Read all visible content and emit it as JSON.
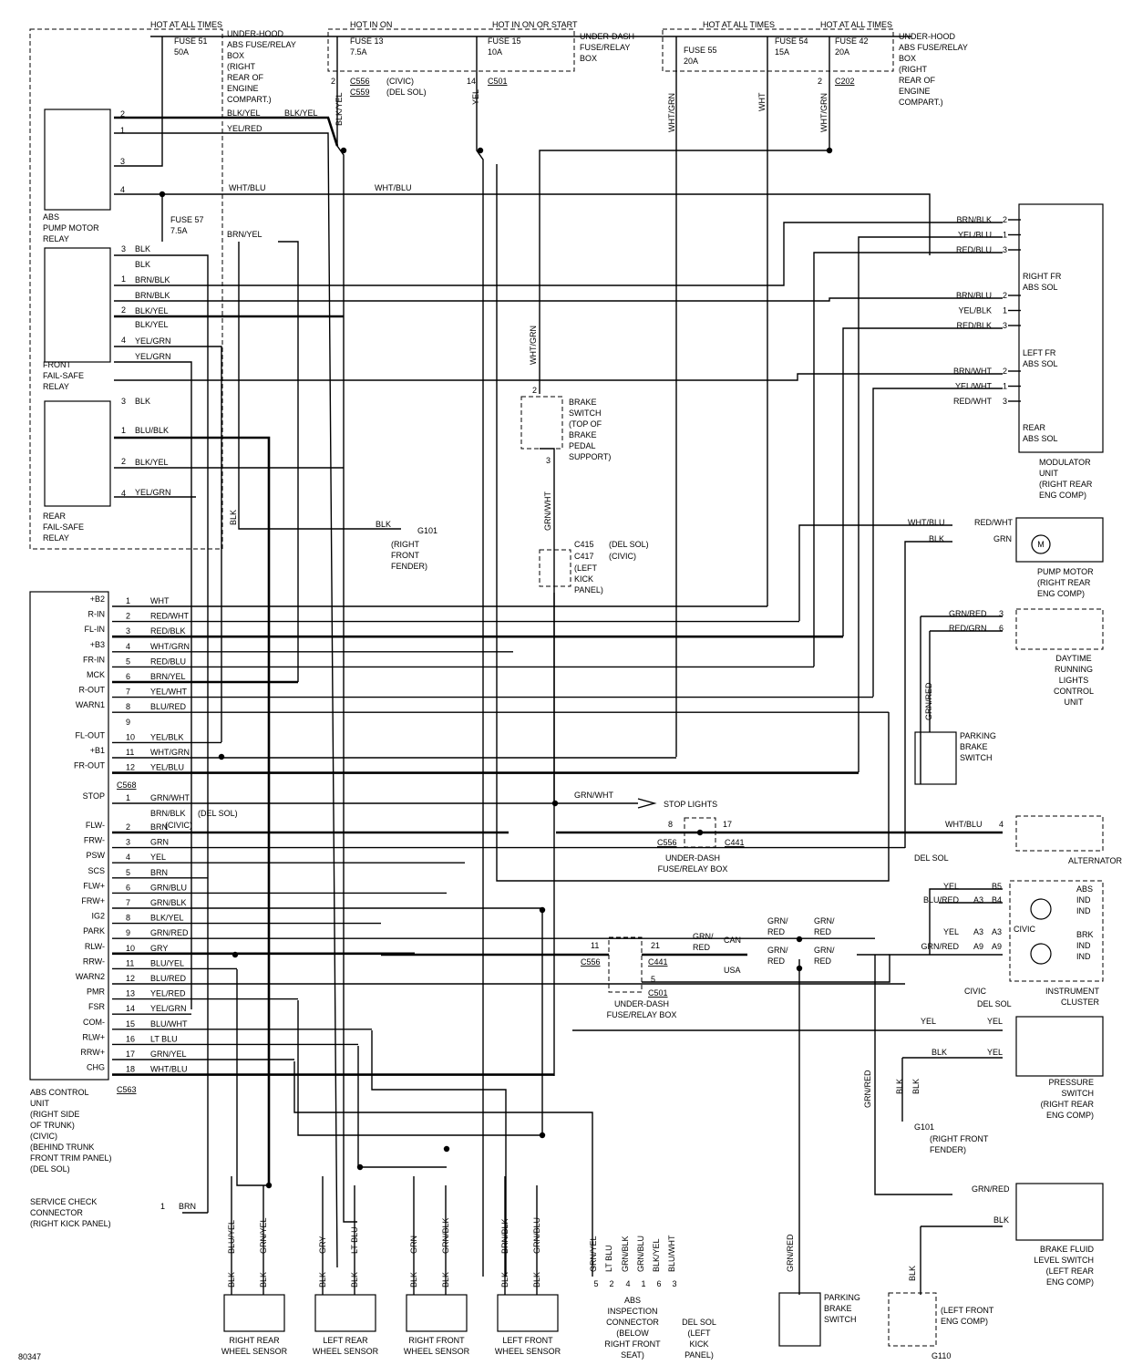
{
  "figure_id": "80347",
  "top": {
    "hot_at_all_times_1": "HOT AT ALL TIMES",
    "fuse51": [
      "FUSE 51",
      "50A"
    ],
    "underhood_box_left": [
      "UNDER-HOOD",
      "ABS FUSE/RELAY",
      "BOX",
      "(RIGHT",
      "REAR OF",
      "ENGINE",
      "COMPART.)"
    ],
    "hot_in_on": "HOT IN ON",
    "hot_in_on_or_start": "HOT IN ON OR START",
    "fuse13": [
      "FUSE 13",
      "7.5A"
    ],
    "fuse15": [
      "FUSE 15",
      "10A"
    ],
    "underdash_box": [
      "UNDER-DASH",
      "FUSE/RELAY",
      "BOX"
    ],
    "hot_at_all_times_2": "HOT AT ALL TIMES",
    "hot_at_all_times_3": "HOT AT ALL TIMES",
    "fuse55": [
      "FUSE 55",
      "20A"
    ],
    "fuse54": [
      "FUSE 54",
      "15A"
    ],
    "fuse42": [
      "FUSE 42",
      "20A"
    ],
    "underhood_box_right": [
      "UNDER-HOOD",
      "ABS FUSE/RELAY",
      "BOX",
      "(RIGHT",
      "REAR OF",
      "ENGINE",
      "COMPART.)"
    ],
    "conn_pin_2a": "2",
    "c556": "C556",
    "c559": "C559",
    "civic": "(CIVIC)",
    "del_sol": "(DEL SOL)",
    "conn_pin_14": "14",
    "c501": "C501",
    "conn_pin_2b": "2",
    "c202": "C202",
    "wire_blk_yel": "BLK/YEL",
    "wire_yel": "YEL",
    "wire_wht_grn_a": "WHT/GRN",
    "wire_wht": "WHT",
    "wire_wht_grn_b": "WHT/GRN"
  },
  "abs_relays": {
    "pump_pins": [
      "2",
      "1",
      "3",
      "4"
    ],
    "blk_yel_1": "BLK/YEL",
    "blk_yel_2": "BLK/YEL",
    "yel_red": "YEL/RED",
    "wht_blu_1": "WHT/BLU",
    "wht_blu_2": "WHT/BLU",
    "pump_relay": [
      "ABS",
      "PUMP MOTOR",
      "RELAY"
    ],
    "fuse57": [
      "FUSE 57",
      "7.5A"
    ],
    "brn_yel": "BRN/YEL",
    "front_pins": [
      "3",
      "1",
      "2",
      "4"
    ],
    "front_wires": [
      "BLK",
      "BLK",
      "BRN/BLK",
      "BRN/BLK",
      "BLK/YEL",
      "BLK/YEL",
      "YEL/GRN",
      "YEL/GRN"
    ],
    "front_relay": [
      "FRONT",
      "FAIL-SAFE",
      "RELAY"
    ],
    "rear_pins": [
      "3",
      "1",
      "2",
      "4"
    ],
    "rear_wires": [
      "BLK",
      "BLU/BLK",
      "BLK/YEL",
      "YEL/GRN"
    ],
    "rear_relay": [
      "REAR",
      "FAIL-SAFE",
      "RELAY"
    ],
    "blk_vertical": "BLK",
    "blk_ground": "BLK",
    "g101": "G101",
    "g101_location": [
      "(RIGHT",
      "FRONT",
      "FENDER)"
    ]
  },
  "brake_switch": {
    "wire_wht_grn": "WHT/GRN",
    "pin_2": "2",
    "label": [
      "BRAKE",
      "SWITCH",
      "(TOP OF",
      "BRAKE",
      "PEDAL",
      "SUPPORT)"
    ],
    "pin_3": "3",
    "wire_grn_wht": "GRN/WHT",
    "c415": "C415",
    "c415_note": "(DEL SOL)",
    "c417": "C417",
    "c417_note": "(CIVIC)",
    "kick_panel": [
      "(LEFT",
      "KICK",
      "PANEL)"
    ]
  },
  "modulator": {
    "right_fr": [
      {
        "wire": "BRN/BLK",
        "pin": "2"
      },
      {
        "wire": "YEL/BLU",
        "pin": "1"
      },
      {
        "wire": "RED/BLU",
        "pin": "3"
      }
    ],
    "right_fr_label": [
      "RIGHT FR",
      "ABS SOL"
    ],
    "left_fr": [
      {
        "wire": "BRN/BLU",
        "pin": "2"
      },
      {
        "wire": "YEL/BLK",
        "pin": "1"
      },
      {
        "wire": "RED/BLK",
        "pin": "3"
      }
    ],
    "left_fr_label": [
      "LEFT FR",
      "ABS SOL"
    ],
    "rear": [
      {
        "wire": "BRN/WHT",
        "pin": "2"
      },
      {
        "wire": "YEL/WHT",
        "pin": "1"
      },
      {
        "wire": "RED/WHT",
        "pin": "3"
      }
    ],
    "rear_label": [
      "REAR",
      "ABS SOL"
    ],
    "unit_label": [
      "MODULATOR",
      "UNIT",
      "(RIGHT REAR",
      "ENG COMP)"
    ]
  },
  "pump_motor": {
    "wht_blu": "WHT/BLU",
    "red_wht": "RED/WHT",
    "blk": "BLK",
    "grn": "GRN",
    "symbol": "M",
    "label": [
      "PUMP MOTOR",
      "(RIGHT REAR",
      "ENG COMP)"
    ]
  },
  "drl": {
    "grn_red": "GRN/RED",
    "pin_3": "3",
    "red_grn": "RED/GRN",
    "pin_6": "6",
    "label": [
      "DAYTIME",
      "RUNNING",
      "LIGHTS",
      "CONTROL",
      "UNIT"
    ],
    "wire_grn_red_vertical": "GRN/RED"
  },
  "parking_brake_right": [
    "PARKING",
    "BRAKE",
    "SWITCH"
  ],
  "alternator": {
    "wire": "WHT/BLU",
    "pin": "4",
    "label": "ALTERNATOR"
  },
  "cluster": {
    "del_sol_top": "DEL SOL",
    "rows": [
      {
        "wire": "YEL",
        "pin_a": "",
        "pin_b": "B5"
      },
      {
        "wire": "BLU/RED",
        "pin_a": "A3",
        "pin_b": "B4"
      },
      {
        "wire": "YEL",
        "pin_a": "A3",
        "pin_b": "A3"
      },
      {
        "wire": "GRN/RED",
        "pin_a": "A9",
        "pin_b": "A9"
      }
    ],
    "abs_ind": [
      "ABS",
      "IND",
      "IND"
    ],
    "civic_inner": "CIVIC",
    "brk_ind": [
      "BRK",
      "IND",
      "IND"
    ],
    "civic_bottom": "CIVIC",
    "del_sol_bottom": "DEL SOL",
    "label": [
      "INSTRUMENT",
      "CLUSTER"
    ]
  },
  "pressure_switch": {
    "yel_1": "YEL",
    "yel_2": "YEL",
    "blk": "BLK",
    "yel_3": "YEL",
    "label": [
      "PRESSURE",
      "SWITCH",
      "(RIGHT REAR",
      "ENG COMP)"
    ],
    "blk_v1": "BLK",
    "blk_v2": "BLK",
    "grn_red_v": "GRN/RED",
    "g101": "G101",
    "g101_location": [
      "(RIGHT FRONT",
      "FENDER)"
    ]
  },
  "brake_fluid": {
    "grn_red": "GRN/RED",
    "blk": "BLK",
    "label": [
      "BRAKE FLUID",
      "LEVEL SWITCH",
      "(LEFT REAR",
      "ENG COMP)"
    ],
    "blk_v": "BLK",
    "location": [
      "(LEFT FRONT",
      "ENG COMP)"
    ],
    "g110": "G110"
  },
  "center": {
    "grn_wht": "GRN/WHT",
    "stop_lights": "STOP LIGHTS",
    "pin_8": "8",
    "pin_17": "17",
    "c556": "C556",
    "c441": "C441",
    "underdash_1": [
      "UNDER-DASH",
      "FUSE/RELAY BOX"
    ],
    "pin_11": "11",
    "c556_b": "C556",
    "pin_21": "21",
    "c441_b": "C441",
    "pin_5": "5",
    "c501": "C501",
    "underdash_2": [
      "UNDER-DASH",
      "FUSE/RELAY BOX"
    ],
    "grn_red_main": [
      "GRN/",
      "RED"
    ],
    "can": "CAN",
    "usa": "USA",
    "grn_red_can_l": [
      "GRN/",
      "RED"
    ],
    "grn_red_can_r": [
      "GRN/",
      "RED"
    ],
    "grn_red_usa_l": [
      "GRN/",
      "RED"
    ],
    "grn_red_usa_r": [
      "GRN/",
      "RED"
    ]
  },
  "acu": {
    "group1": [
      {
        "num": "1",
        "name": "+B2",
        "wire": "WHT"
      },
      {
        "num": "2",
        "name": "R-IN",
        "wire": "RED/WHT"
      },
      {
        "num": "3",
        "name": "FL-IN",
        "wire": "RED/BLK"
      },
      {
        "num": "4",
        "name": "+B3",
        "wire": "WHT/GRN"
      },
      {
        "num": "5",
        "name": "FR-IN",
        "wire": "RED/BLU"
      },
      {
        "num": "6",
        "name": "MCK",
        "wire": "BRN/YEL"
      },
      {
        "num": "7",
        "name": "R-OUT",
        "wire": "YEL/WHT"
      },
      {
        "num": "8",
        "name": "WARN1",
        "wire": "BLU/RED"
      },
      {
        "num": "9",
        "name": "",
        "wire": ""
      },
      {
        "num": "10",
        "name": "FL-OUT",
        "wire": "YEL/BLK"
      },
      {
        "num": "11",
        "name": "+B1",
        "wire": "WHT/GRN"
      },
      {
        "num": "12",
        "name": "FR-OUT",
        "wire": "YEL/BLU"
      }
    ],
    "connector1": "C568",
    "group2": [
      {
        "num": "1",
        "name": "STOP",
        "wire": "GRN/WHT"
      },
      {
        "num": "2",
        "name": "FLW-",
        "wire": "BRN"
      },
      {
        "num": "3",
        "name": "FRW-",
        "wire": "GRN"
      },
      {
        "num": "4",
        "name": "PSW",
        "wire": "YEL"
      },
      {
        "num": "5",
        "name": "SCS",
        "wire": "BRN"
      },
      {
        "num": "6",
        "name": "FLW+",
        "wire": "GRN/BLU"
      },
      {
        "num": "7",
        "name": "FRW+",
        "wire": "GRN/BLK"
      },
      {
        "num": "8",
        "name": "IG2",
        "wire": "BLK/YEL"
      },
      {
        "num": "9",
        "name": "PARK",
        "wire": "GRN/RED"
      },
      {
        "num": "10",
        "name": "RLW-",
        "wire": "GRY"
      },
      {
        "num": "11",
        "name": "RRW-",
        "wire": "BLU/YEL"
      },
      {
        "num": "12",
        "name": "WARN2",
        "wire": "BLU/RED"
      },
      {
        "num": "13",
        "name": "PMR",
        "wire": "YEL/RED"
      },
      {
        "num": "14",
        "name": "FSR",
        "wire": "YEL/GRN"
      },
      {
        "num": "15",
        "name": "COM-",
        "wire": "BLU/WHT"
      },
      {
        "num": "16",
        "name": "RLW+",
        "wire": "LT BLU"
      },
      {
        "num": "17",
        "name": "RRW+",
        "wire": "GRN/YEL"
      },
      {
        "num": "18",
        "name": "CHG",
        "wire": "WHT/BLU"
      }
    ],
    "pin2_alt_wire": "BRN/BLK",
    "pin2_alt_note": "(DEL SOL)",
    "pin2_civic_note": "(CIVIC)",
    "connector2": "C563",
    "label": [
      "ABS CONTROL",
      "UNIT",
      "(RIGHT SIDE",
      "OF TRUNK)",
      "(CIVIC)",
      "(BEHIND TRUNK",
      "FRONT TRIM PANEL)",
      "(DEL SOL)"
    ]
  },
  "service_check": {
    "label": [
      "SERVICE CHECK",
      "CONNECTOR",
      "(RIGHT KICK PANEL)"
    ],
    "pin": "1",
    "wire": "BRN"
  },
  "sensors": [
    {
      "name": [
        "RIGHT REAR",
        "WHEEL SENSOR"
      ],
      "wire_a": "BLU/YEL",
      "wire_b": "GRN/YEL",
      "pin_a": "BLK",
      "pin_b": "BLK"
    },
    {
      "name": [
        "LEFT REAR",
        "WHEEL SENSOR"
      ],
      "wire_a": "GRY",
      "wire_b": "LT BLU",
      "pin_a": "BLK",
      "pin_b": "BLK"
    },
    {
      "name": [
        "RIGHT FRONT",
        "WHEEL SENSOR"
      ],
      "wire_a": "GRN",
      "wire_b": "GRN/BLK",
      "pin_a": "BLK",
      "pin_b": "BLK"
    },
    {
      "name": [
        "LEFT FRONT",
        "WHEEL SENSOR"
      ],
      "wire_a": "BRN/BLK",
      "wire_b": "GRN/BLU",
      "pin_a": "BLK",
      "pin_b": "BLK"
    }
  ],
  "inspection": {
    "wires": [
      {
        "wire": "GRN/YEL",
        "pin": "5"
      },
      {
        "wire": "LT BLU",
        "pin": "2"
      },
      {
        "wire": "GRN/BLK",
        "pin": "4"
      },
      {
        "wire": "GRN/BLU",
        "pin": "1"
      },
      {
        "wire": "BLK/YEL",
        "pin": "6"
      },
      {
        "wire": "BLU/WHT",
        "pin": "3"
      }
    ],
    "label": [
      "ABS",
      "INSPECTION",
      "CONNECTOR",
      "(BELOW",
      "RIGHT FRONT",
      "SEAT)"
    ],
    "del_sol": [
      "DEL SOL",
      "(LEFT",
      "KICK",
      "PANEL)"
    ]
  },
  "parking_brake_bottom": {
    "wire": "GRN/RED",
    "label": [
      "PARKING",
      "BRAKE",
      "SWITCH"
    ]
  }
}
